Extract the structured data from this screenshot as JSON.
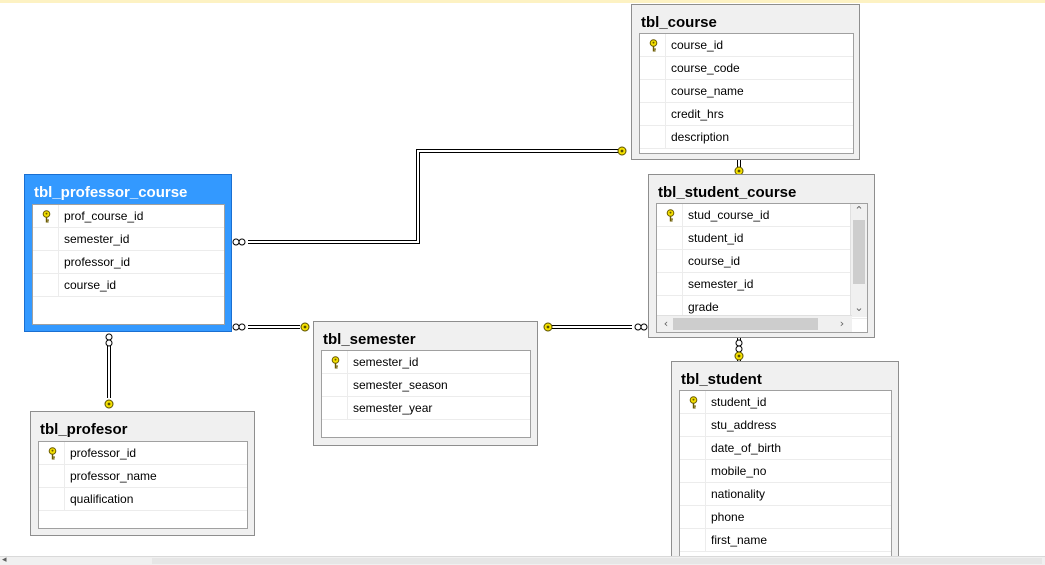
{
  "colors": {
    "selected_table": "#3399ff",
    "table_bg": "#f0f0f0",
    "key_icon": "#f4e000",
    "relationship_line": "#000000"
  },
  "tables": {
    "course": {
      "name": "tbl_course",
      "columns": [
        {
          "name": "course_id",
          "pk": true
        },
        {
          "name": "course_code",
          "pk": false
        },
        {
          "name": "course_name",
          "pk": false
        },
        {
          "name": "credit_hrs",
          "pk": false
        },
        {
          "name": "description",
          "pk": false
        }
      ]
    },
    "professor_course": {
      "name": "tbl_professor_course",
      "selected": true,
      "columns": [
        {
          "name": "prof_course_id",
          "pk": true
        },
        {
          "name": "semester_id",
          "pk": false
        },
        {
          "name": "professor_id",
          "pk": false
        },
        {
          "name": "course_id",
          "pk": false
        }
      ]
    },
    "student_course": {
      "name": "tbl_student_course",
      "columns": [
        {
          "name": "stud_course_id",
          "pk": true
        },
        {
          "name": "student_id",
          "pk": false
        },
        {
          "name": "course_id",
          "pk": false
        },
        {
          "name": "semester_id",
          "pk": false
        },
        {
          "name": "grade",
          "pk": false
        }
      ]
    },
    "semester": {
      "name": "tbl_semester",
      "columns": [
        {
          "name": "semester_id",
          "pk": true
        },
        {
          "name": "semester_season",
          "pk": false
        },
        {
          "name": "semester_year",
          "pk": false
        }
      ]
    },
    "profesor": {
      "name": "tbl_profesor",
      "columns": [
        {
          "name": "professor_id",
          "pk": true
        },
        {
          "name": "professor_name",
          "pk": false
        },
        {
          "name": "qualification",
          "pk": false
        }
      ]
    },
    "student": {
      "name": "tbl_student",
      "columns": [
        {
          "name": "student_id",
          "pk": true
        },
        {
          "name": "stu_address",
          "pk": false
        },
        {
          "name": "date_of_birth",
          "pk": false
        },
        {
          "name": "mobile_no",
          "pk": false
        },
        {
          "name": "nationality",
          "pk": false
        },
        {
          "name": "phone",
          "pk": false
        },
        {
          "name": "first_name",
          "pk": false
        }
      ]
    }
  },
  "scrollbars": {
    "student_course": {
      "up": "⌃",
      "down": "⌄",
      "left": "‹",
      "right": "›"
    }
  }
}
